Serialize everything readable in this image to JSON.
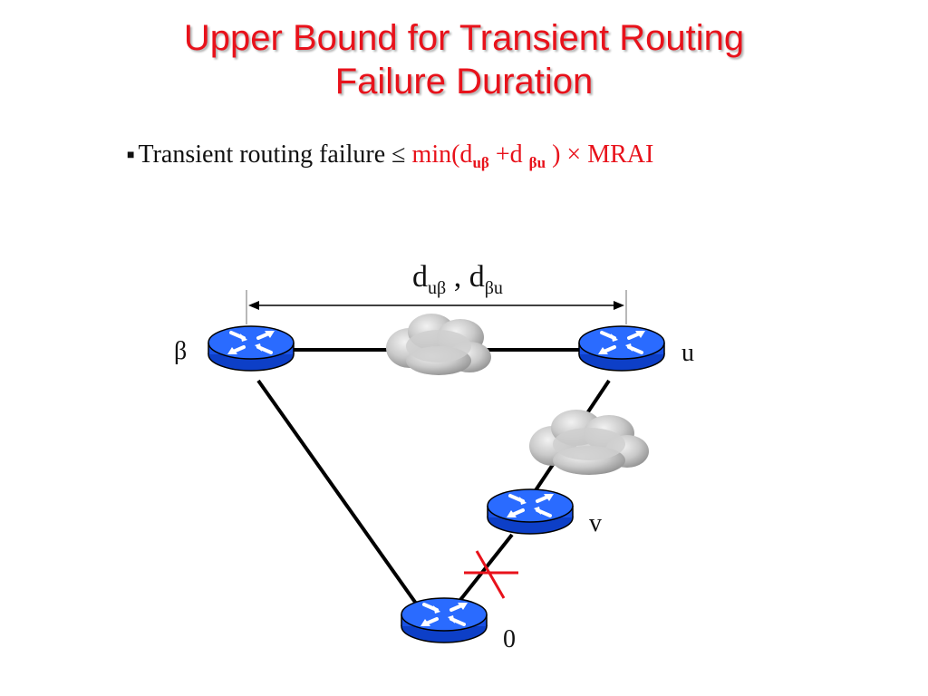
{
  "title": {
    "line1": "Upper Bound for Transient Routing",
    "line2": "Failure Duration"
  },
  "bullet": {
    "marker": "■",
    "text": "Transient routing failure ≤ ",
    "min_open": "min(d",
    "sub1": "uβ",
    "plus": " +d ",
    "sub2": "βu",
    "tail": " ) × MRAI"
  },
  "diagram": {
    "distance_label": {
      "d1": "d",
      "d1_sub": "uβ",
      "sep": " , d",
      "d2_sub": "βu"
    },
    "nodes": {
      "beta": "β",
      "u": "u",
      "v": "v",
      "zero": "0"
    },
    "colors": {
      "router": "#1f62ff",
      "failure_mark": "#e8121b"
    }
  }
}
